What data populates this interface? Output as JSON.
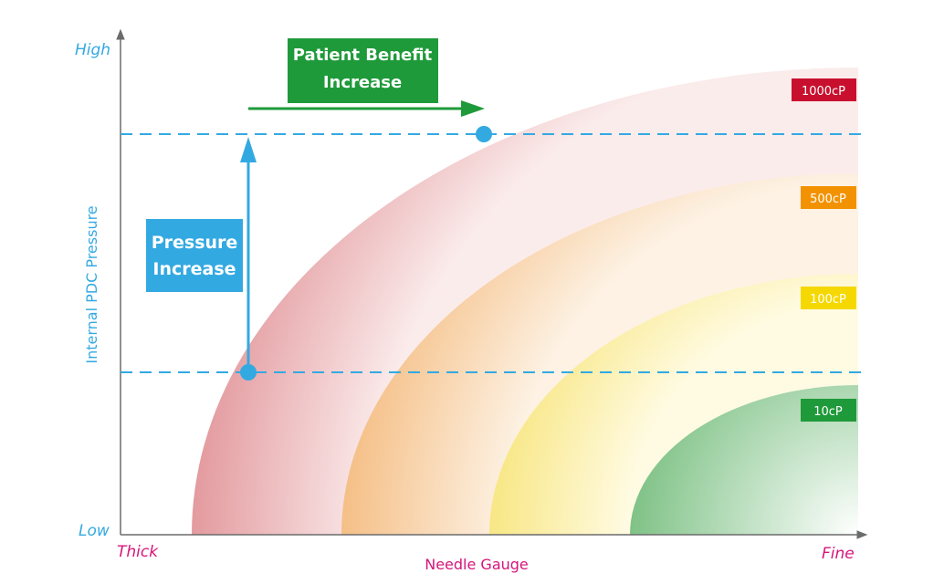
{
  "axes": {
    "y_label": "Internal PDC Pressure",
    "x_label": "Needle Gauge",
    "y_high": "High",
    "y_low": "Low",
    "x_left": "Thick",
    "x_right": "Fine"
  },
  "callouts": {
    "benefit_line1": "Patient Benefit",
    "benefit_line2": "Increase",
    "pressure_line1": "Pressure",
    "pressure_line2": "Increase"
  },
  "bands": [
    {
      "label": "1000cP",
      "color": "#e8a3a6",
      "badge_color": "#c8102e",
      "text_color": "#ffffff"
    },
    {
      "label": "500cP",
      "color": "#f6c48f",
      "badge_color": "#f39200",
      "text_color": "#ffffff"
    },
    {
      "label": "100cP",
      "color": "#f7eb8c",
      "badge_color": "#f5d800",
      "text_color": "#ffffff"
    },
    {
      "label": "10cP",
      "color": "#8fcb95",
      "badge_color": "#1f9a3a",
      "text_color": "#ffffff"
    }
  ],
  "colors": {
    "accent_blue": "#33a9e1",
    "accent_green": "#1f9a3a",
    "axis_gray": "#6b6b6b",
    "magenta": "#d6157a"
  }
}
